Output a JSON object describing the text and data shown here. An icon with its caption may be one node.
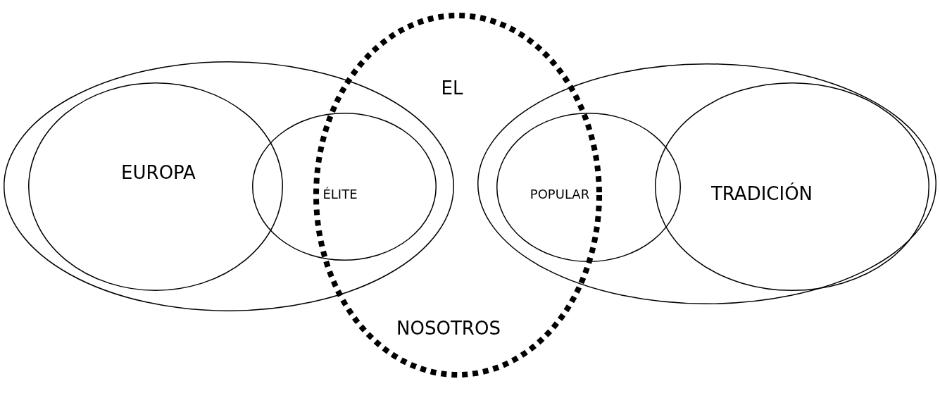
{
  "diagram": {
    "nodes": [
      {
        "text": [],
        "shape": "ellipse"
      },
      {
        "text": [
          "EUROPA"
        ],
        "in": 0
      },
      {
        "text": [
          "ÉLITE"
        ],
        "in": 0
      },
      {
        "text": [
          "EL",
          "NOSOTROS"
        ]
      },
      {
        "text": [],
        "shape": "ellipse"
      },
      {
        "text": [
          "POPULAR"
        ],
        "in": 4
      },
      {
        "text": [
          "TRADICIÓN"
        ],
        "in": 4
      }
    ]
  }
}
